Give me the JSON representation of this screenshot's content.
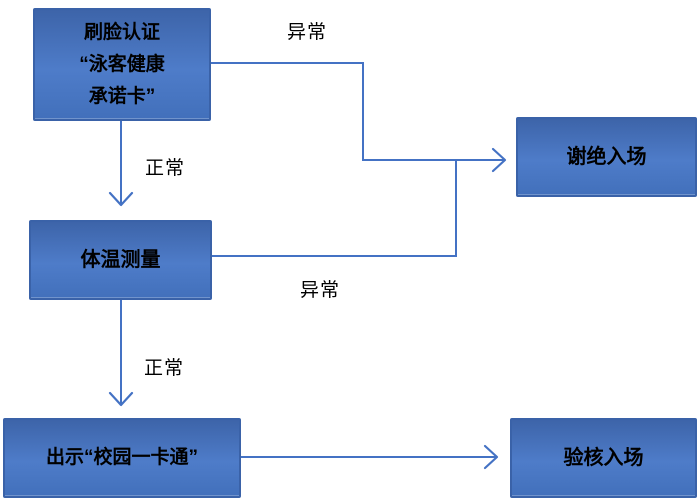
{
  "colors": {
    "line": "#4472C4",
    "box-border": "#3A62A8",
    "box-top": "#3D64A9",
    "box-mid": "#4E7CC9",
    "box-bottom": "#4270BB",
    "text": "#000000",
    "background": "#FFFFFF"
  },
  "flowchart": {
    "nodes": [
      {
        "id": "face-auth",
        "label": "刷脸认证\n“泳客健康\n承诺卡”"
      },
      {
        "id": "temperature-check",
        "label": "体温测量"
      },
      {
        "id": "show-campus-card",
        "label": "出示“校园一卡通”"
      },
      {
        "id": "deny-entry",
        "label": "谢绝入场"
      },
      {
        "id": "verify-entry",
        "label": "验核入场"
      }
    ],
    "edge_labels": [
      {
        "id": "abnormal-top",
        "text": "异常"
      },
      {
        "id": "normal-1",
        "text": "正常"
      },
      {
        "id": "abnormal-mid",
        "text": "异常"
      },
      {
        "id": "normal-2",
        "text": "正常"
      }
    ]
  }
}
